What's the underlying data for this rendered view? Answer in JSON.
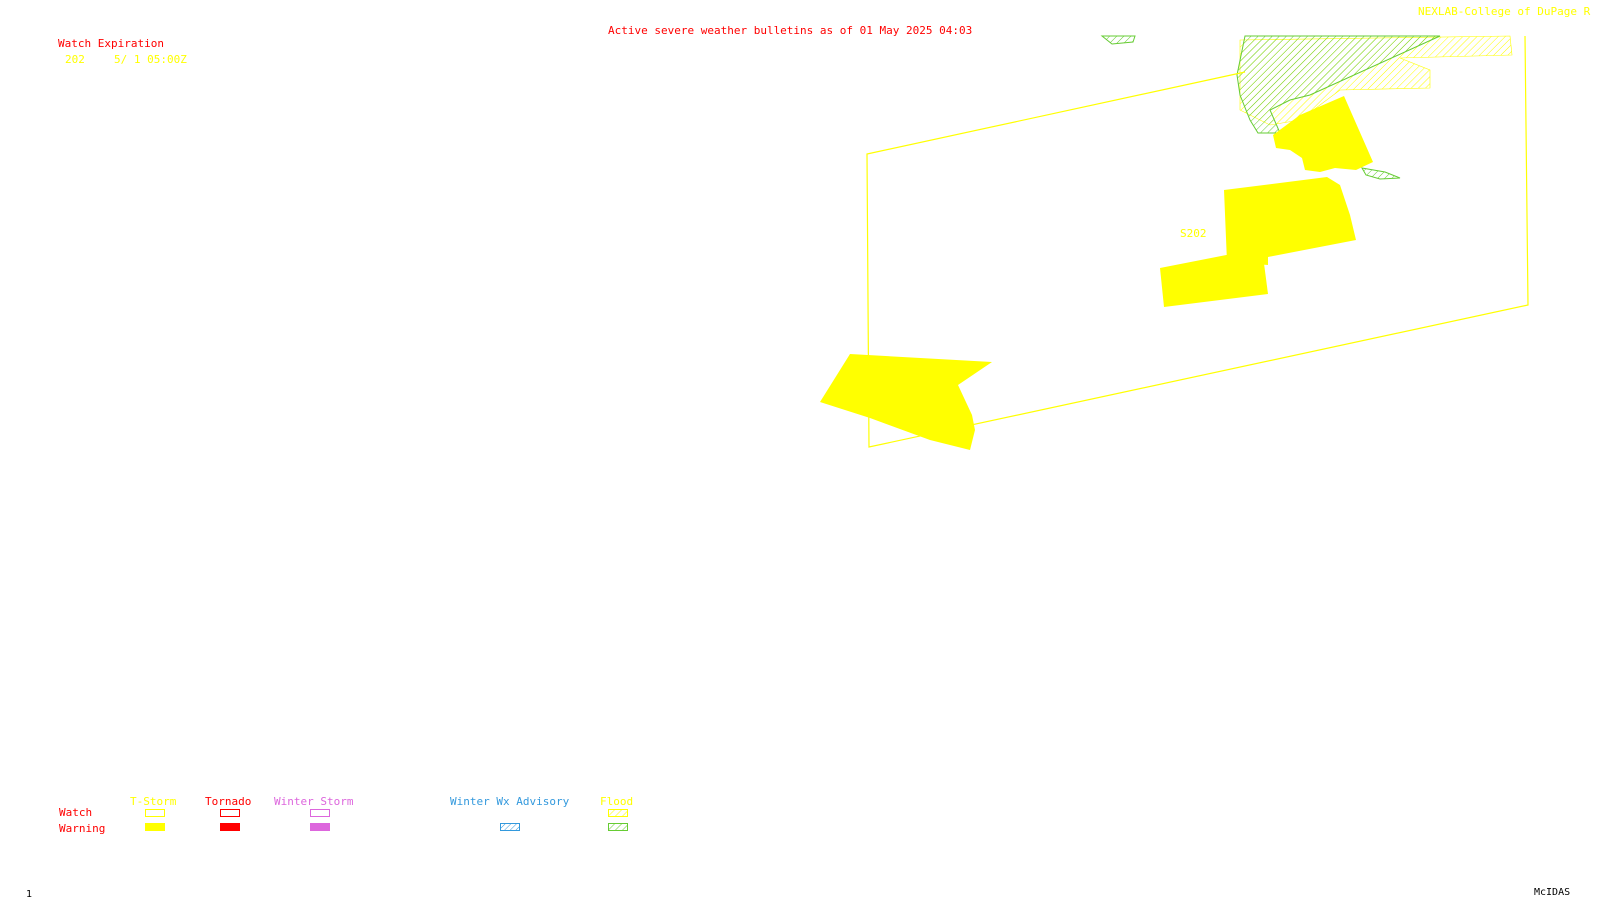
{
  "header": {
    "title": "Active severe weather bulletins as of 01 May 2025 04:03",
    "credit": "NEXLAB-College of DuPage R",
    "title_color": "#ff0000",
    "credit_color": "#ffff00"
  },
  "watch_expiration": {
    "label": "Watch Expiration",
    "entries": [
      {
        "number": "202",
        "expires": "5/ 1 05:00Z"
      }
    ]
  },
  "map": {
    "watch_label": "S202",
    "features": [
      {
        "kind": "severe-thunderstorm-watch",
        "color": "#ffff00",
        "style": "outline"
      },
      {
        "kind": "severe-thunderstorm-warning",
        "color": "#ffff00",
        "style": "fill"
      },
      {
        "kind": "flood-warning",
        "color": "#66cc33",
        "style": "hatch"
      },
      {
        "kind": "flood-watch",
        "color": "#ffff00",
        "style": "hatch"
      }
    ]
  },
  "legend": {
    "row_labels": {
      "watch": "Watch",
      "warning": "Warning"
    },
    "columns": [
      {
        "label": "T-Storm",
        "color": "#ffff00"
      },
      {
        "label": "Tornado",
        "color": "#ff0000"
      },
      {
        "label": "Winter Storm",
        "color": "#dd66dd"
      },
      {
        "label": "Winter Wx Advisory",
        "color": "#3399dd"
      },
      {
        "label": "Flood",
        "color": "#ffff00"
      }
    ],
    "flood_warning_color": "#66cc33"
  },
  "footer": {
    "frame_number": "1",
    "software": "McIDAS"
  }
}
